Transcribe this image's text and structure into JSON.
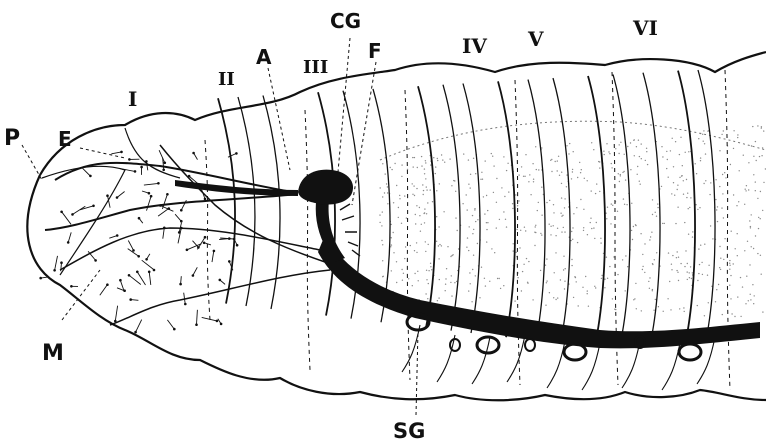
{
  "figure": {
    "segment_labels": [
      "I",
      "II",
      "III",
      "IV",
      "V",
      "VI"
    ],
    "structure_labels": {
      "p": "P",
      "e": "E",
      "m": "M",
      "a": "A",
      "cg": "CG",
      "f": "F",
      "sg": "SG"
    }
  },
  "colors": {
    "ink": "#111111",
    "paper": "#ffffff",
    "stipple": "#8a8a8a"
  }
}
